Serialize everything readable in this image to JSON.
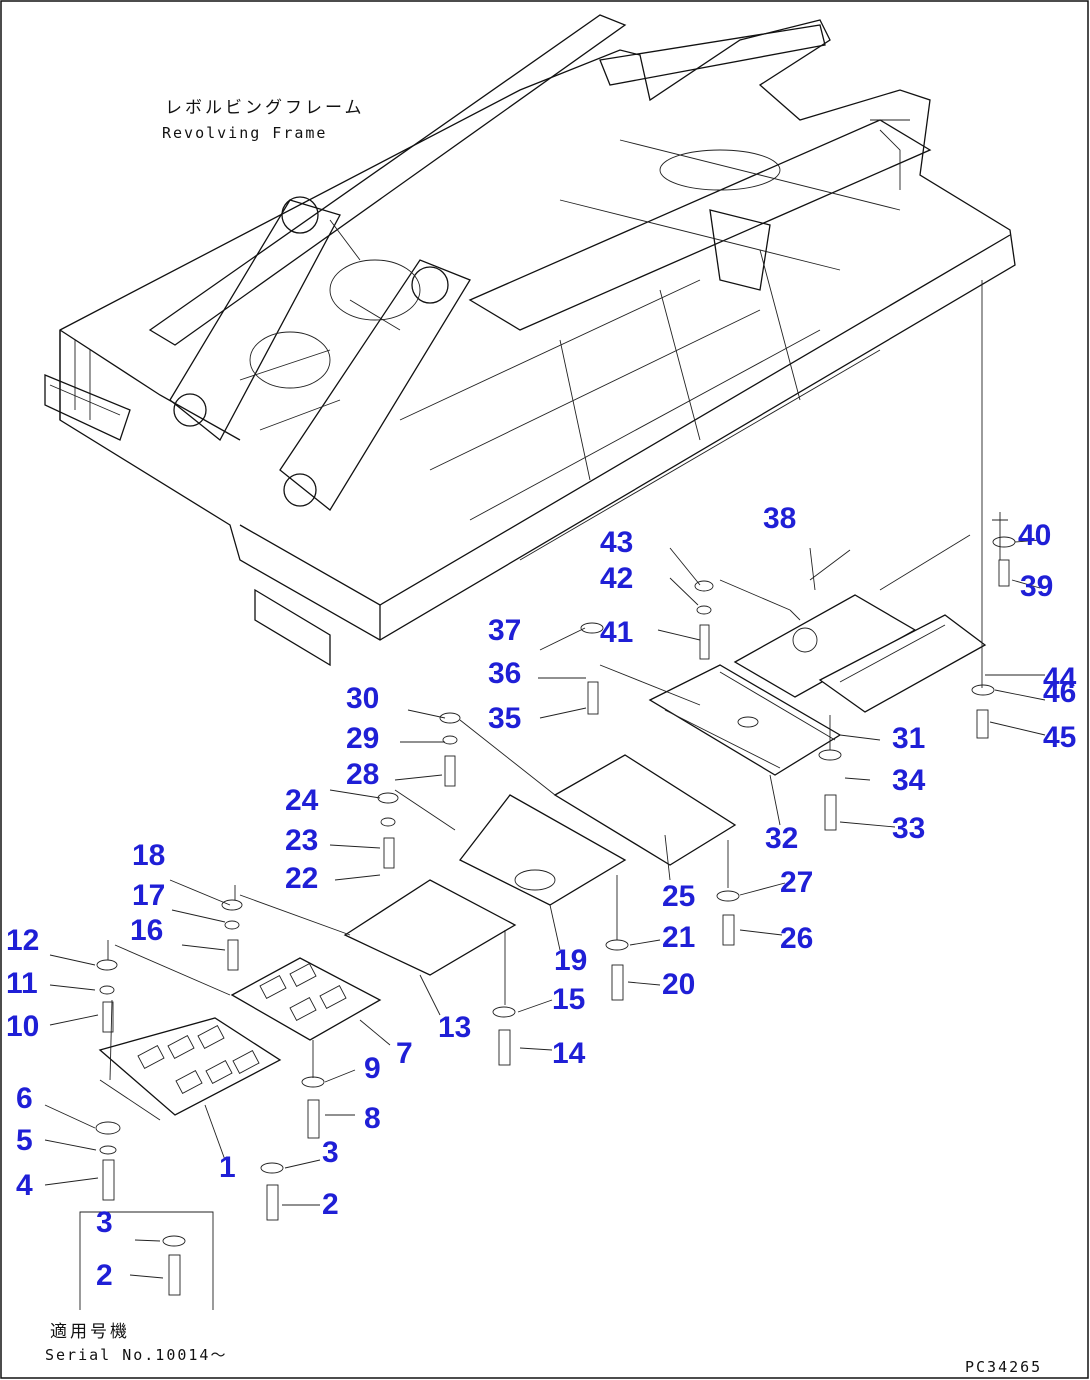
{
  "frame_label": {
    "ja": "レボルビングフレーム",
    "en": "Revolving Frame"
  },
  "serial_note": {
    "ja": "適用号機",
    "en": "Serial No.10014～"
  },
  "drawing_code": "PC34265",
  "callouts": [
    "1",
    "2",
    "3",
    "4",
    "5",
    "6",
    "7",
    "8",
    "9",
    "10",
    "11",
    "12",
    "13",
    "14",
    "15",
    "16",
    "17",
    "18",
    "19",
    "20",
    "21",
    "22",
    "23",
    "24",
    "25",
    "26",
    "27",
    "28",
    "29",
    "30",
    "31",
    "32",
    "33",
    "34",
    "35",
    "36",
    "37",
    "38",
    "39",
    "40",
    "41",
    "42",
    "43",
    "44",
    "45",
    "46"
  ],
  "callouts_alt_group": [
    "3",
    "2"
  ]
}
